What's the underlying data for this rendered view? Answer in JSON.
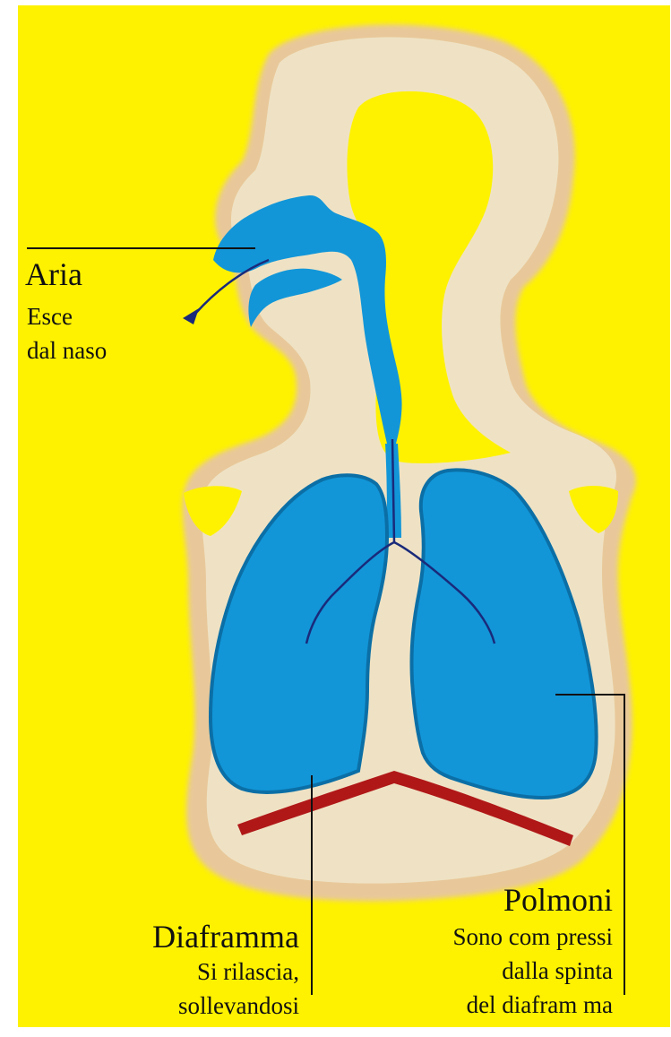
{
  "colors": {
    "background": "#fef200",
    "body": "#efe2c4",
    "body_edge": "#e8c89a",
    "organs": "#1296d8",
    "organs_dark": "#0b6fa6",
    "airway_line": "#1a2a7a",
    "diaphragm": "#b01818"
  },
  "labels": {
    "aria": {
      "title": "Aria",
      "line1": "Esce",
      "line2": "dal naso"
    },
    "diaframma": {
      "title": "Diaframma",
      "line1": "Si rilascia,",
      "line2": "sollevandosi"
    },
    "polmoni": {
      "title": "Polmoni",
      "line1": "Sono com pressi",
      "line2": "dalla spinta",
      "line3": "del diafram ma"
    }
  }
}
